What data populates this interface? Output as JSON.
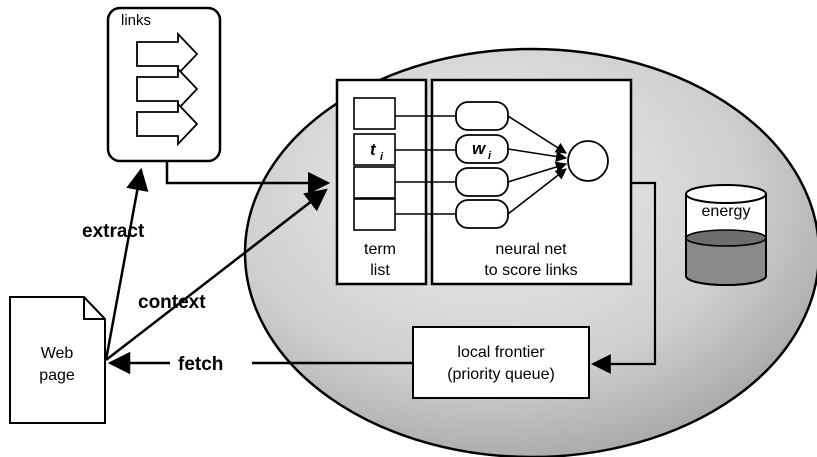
{
  "links_box": {
    "label": "links"
  },
  "web_page": {
    "line1": "Web",
    "line2": "page"
  },
  "edges": {
    "extract": "extract",
    "context": "context",
    "fetch": "fetch"
  },
  "term_list": {
    "line1": "term",
    "line2": "list",
    "cell_label": "t",
    "cell_subscript": "i"
  },
  "neural_net": {
    "line1": "neural net",
    "line2": "to score links",
    "weight_label": "w",
    "weight_subscript": "i"
  },
  "frontier": {
    "line1": "local frontier",
    "line2": "(priority queue)"
  },
  "energy": {
    "label": "energy",
    "level": 0.55
  },
  "colors": {
    "agent_body": "#c4c4c4",
    "energy_fill": "#8a8a8a",
    "stroke": "#000000"
  }
}
